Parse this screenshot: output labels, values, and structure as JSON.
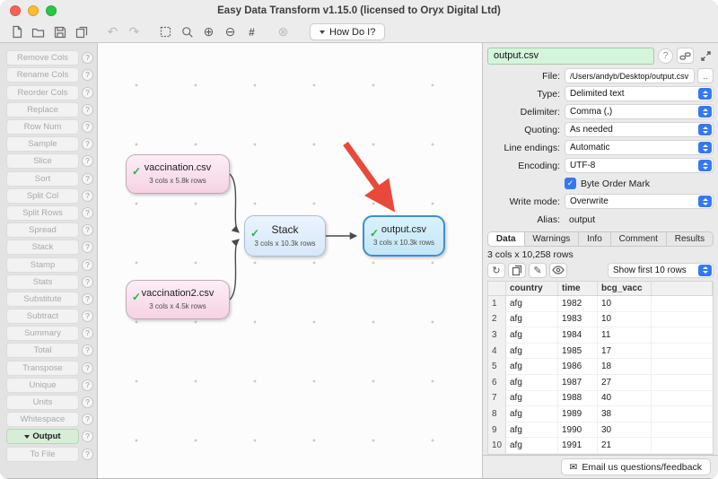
{
  "window": {
    "title": "Easy Data Transform v1.15.0 (licensed to Oryx Digital Ltd)"
  },
  "toolbar": {
    "how_do_i": "How Do I?",
    "icons": [
      "new-file",
      "open-file",
      "save",
      "duplicate",
      "undo",
      "redo",
      "select",
      "zoom",
      "zoom-in",
      "zoom-out",
      "grid",
      "cancel"
    ]
  },
  "sidebar": {
    "items": [
      {
        "label": "Remove Cols",
        "disabled": true,
        "selected": false
      },
      {
        "label": "Rename Cols",
        "disabled": true,
        "selected": false
      },
      {
        "label": "Reorder Cols",
        "disabled": true,
        "selected": false
      },
      {
        "label": "Replace",
        "disabled": true,
        "selected": false
      },
      {
        "label": "Row Num",
        "disabled": true,
        "selected": false
      },
      {
        "label": "Sample",
        "disabled": true,
        "selected": false
      },
      {
        "label": "Slice",
        "disabled": true,
        "selected": false
      },
      {
        "label": "Sort",
        "disabled": true,
        "selected": false
      },
      {
        "label": "Split Col",
        "disabled": true,
        "selected": false
      },
      {
        "label": "Split Rows",
        "disabled": true,
        "selected": false
      },
      {
        "label": "Spread",
        "disabled": true,
        "selected": false
      },
      {
        "label": "Stack",
        "disabled": true,
        "selected": false
      },
      {
        "label": "Stamp",
        "disabled": true,
        "selected": false
      },
      {
        "label": "Stats",
        "disabled": true,
        "selected": false
      },
      {
        "label": "Substitute",
        "disabled": true,
        "selected": false
      },
      {
        "label": "Subtract",
        "disabled": true,
        "selected": false
      },
      {
        "label": "Summary",
        "disabled": true,
        "selected": false
      },
      {
        "label": "Total",
        "disabled": true,
        "selected": false
      },
      {
        "label": "Transpose",
        "disabled": true,
        "selected": false
      },
      {
        "label": "Unique",
        "disabled": true,
        "selected": false
      },
      {
        "label": "Units",
        "disabled": true,
        "selected": false
      },
      {
        "label": "Whitespace",
        "disabled": true,
        "selected": false
      },
      {
        "label": "Output",
        "disabled": false,
        "selected": true
      },
      {
        "label": "To File",
        "disabled": true,
        "selected": false
      }
    ]
  },
  "canvas": {
    "nodes": [
      {
        "title": "vaccination.csv",
        "subtitle": "3 cols x 5.8k rows"
      },
      {
        "title": "vaccination2.csv",
        "subtitle": "3 cols x 4.5k rows"
      },
      {
        "title": "Stack",
        "subtitle": "3 cols x 10.3k rows"
      },
      {
        "title": "output.csv",
        "subtitle": "3 cols x 10.3k rows"
      }
    ]
  },
  "inspector": {
    "filename": "output.csv",
    "file": {
      "label": "File:",
      "value": "/Users/andyb/Desktop/output.csv",
      "browse": ".."
    },
    "type": {
      "label": "Type:",
      "value": "Delimited text"
    },
    "delimiter": {
      "label": "Delimiter:",
      "value": "Comma (,)"
    },
    "quoting": {
      "label": "Quoting:",
      "value": "As needed"
    },
    "line_endings": {
      "label": "Line endings:",
      "value": "Automatic"
    },
    "encoding": {
      "label": "Encoding:",
      "value": "UTF-8"
    },
    "bom": {
      "label": "Byte Order Mark",
      "checked": true
    },
    "write_mode": {
      "label": "Write mode:",
      "value": "Overwrite"
    },
    "alias": {
      "label": "Alias:",
      "value": "output"
    },
    "tabs": [
      "Data",
      "Warnings",
      "Info",
      "Comment",
      "Results"
    ],
    "active_tab": "Data",
    "summary": "3 cols x 10,258 rows",
    "rows_filter": "Show first 10 rows",
    "table": {
      "columns": [
        "country",
        "time",
        "bcg_vacc"
      ],
      "rows": [
        [
          "afg",
          "1982",
          "10"
        ],
        [
          "afg",
          "1983",
          "10"
        ],
        [
          "afg",
          "1984",
          "11"
        ],
        [
          "afg",
          "1985",
          "17"
        ],
        [
          "afg",
          "1986",
          "18"
        ],
        [
          "afg",
          "1987",
          "27"
        ],
        [
          "afg",
          "1988",
          "40"
        ],
        [
          "afg",
          "1989",
          "38"
        ],
        [
          "afg",
          "1990",
          "30"
        ],
        [
          "afg",
          "1991",
          "21"
        ]
      ]
    }
  },
  "footer": {
    "email_label": "Email us questions/feedback"
  },
  "colors": {
    "accent": "#3478f6",
    "node-input": "#f6d2e3",
    "node-transform": "#d7e7f9",
    "node-output": "#c3e6f5",
    "selection-green": "#d4f5dc",
    "sidebar-selected": "#d8edd8",
    "check-green": "#2fae43",
    "annotation-red": "#e8493b"
  }
}
